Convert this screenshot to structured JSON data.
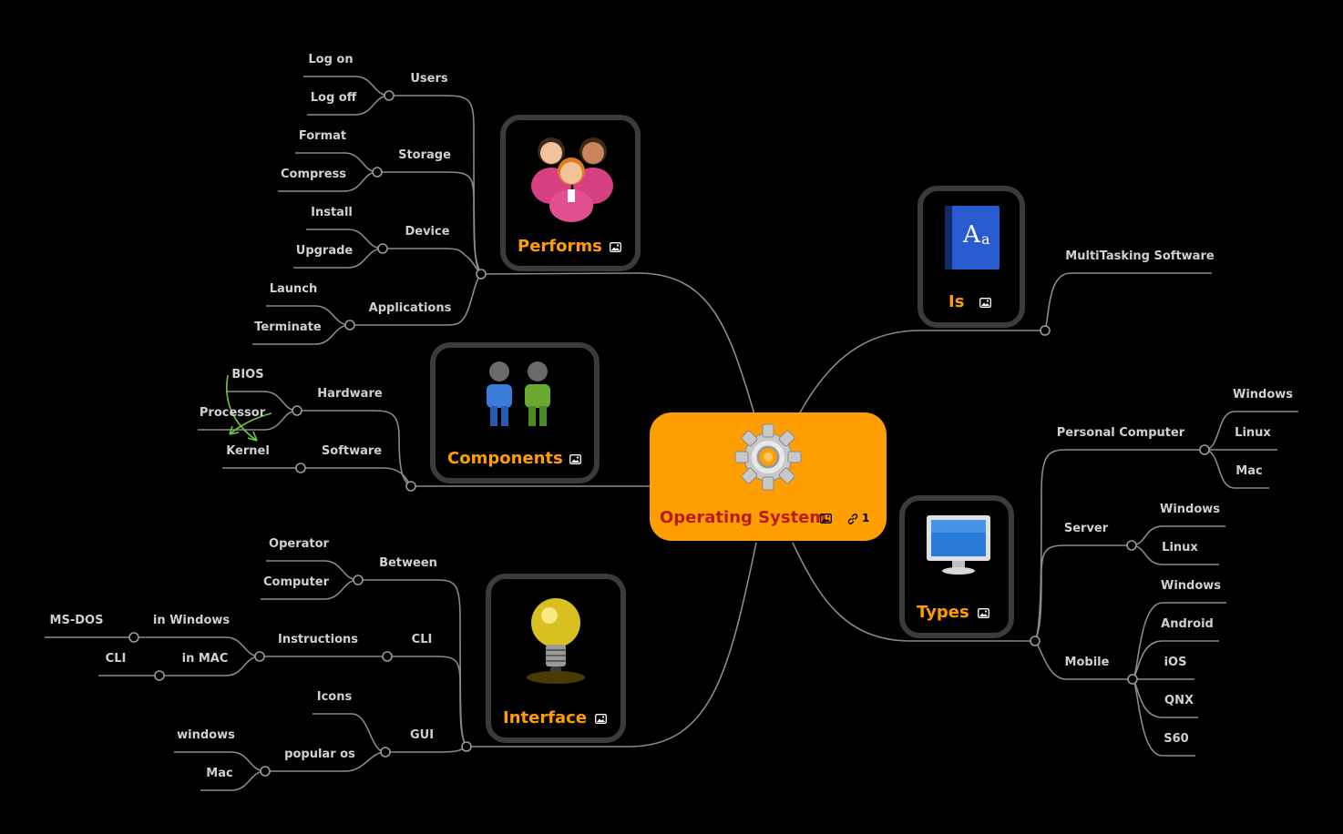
{
  "colors": {
    "background": "#000000",
    "accent": "#ff9e00",
    "central_text": "#b91c1c",
    "line": "#8a8a8a",
    "card_border": "#3b3b3b",
    "arrow": "#6cc644"
  },
  "central": {
    "title": "Operating System",
    "icon": "gear-icon",
    "link_count": "1"
  },
  "topics": {
    "performs": {
      "title": "Performs",
      "icon": "users-group-icon"
    },
    "components": {
      "title": "Components",
      "icon": "two-people-icon"
    },
    "interface": {
      "title": "Interface",
      "icon": "light-bulb-icon"
    },
    "is": {
      "title": "Is",
      "icon": "dictionary-book-icon"
    },
    "types": {
      "title": "Types",
      "icon": "monitor-icon"
    }
  },
  "performs": {
    "users": "Users",
    "log_on": "Log  on",
    "log_off": "Log off",
    "storage": "Storage",
    "format": "Format",
    "compress": "Compress",
    "device": "Device",
    "install": "Install",
    "upgrade": "Upgrade",
    "applications": "Applications",
    "launch": "Launch",
    "terminate": "Terminate"
  },
  "components": {
    "hardware": "Hardware",
    "bios": "BIOS",
    "processor": "Processor",
    "software": "Software",
    "kernel": "Kernel"
  },
  "interface": {
    "between": "Between",
    "operator": "Operator",
    "computer": "Computer",
    "cli": "CLI",
    "instructions": "Instructions",
    "in_windows": "in Windows",
    "ms_dos": "MS-DOS",
    "in_mac": "in MAC",
    "cli2": "CLI",
    "gui": "GUI",
    "icons": "Icons",
    "popular_os": "popular os",
    "windows": "windows",
    "mac": "Mac"
  },
  "is": {
    "multitasking": "MultiTasking Software"
  },
  "types": {
    "personal_computer": "Personal Computer",
    "pc_windows": "Windows",
    "pc_linux": "Linux",
    "pc_mac": "Mac",
    "server": "Server",
    "srv_windows": "Windows",
    "srv_linux": "Linux",
    "mobile": "Mobile",
    "mob_windows": "Windows",
    "mob_android": "Android",
    "mob_ios": "iOS",
    "mob_qnx": "QNX",
    "mob_s60": "S60"
  }
}
